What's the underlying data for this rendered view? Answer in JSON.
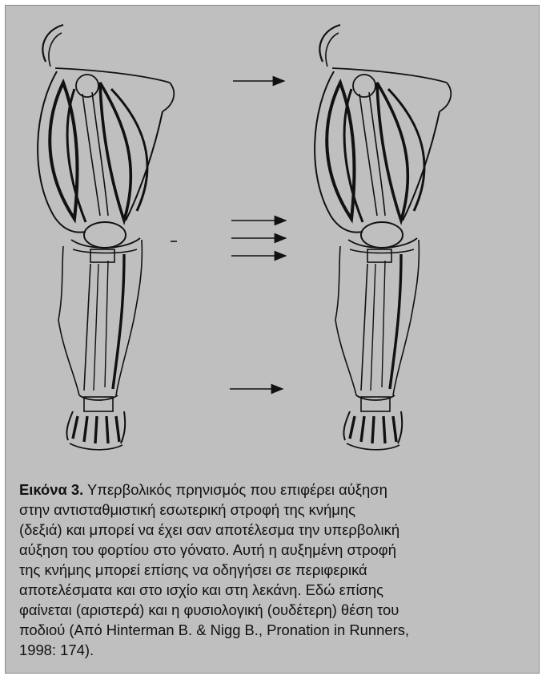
{
  "figure": {
    "label": "Εικόνα 3.",
    "caption_lines": [
      " Υπερβολικός πρηνισμός που επιφέρει αύξηση",
      "στην αντισταθμιστική εσωτερική στροφή της κνήμης",
      "(δεξιά) και μπορεί να έχει σαν αποτέλεσμα την υπερβολική",
      "αύξηση του φορτίου στο γόνατο. Αυτή η αυξημένη στροφή",
      "της κνήμης μπορεί επίσης να οδηγήσει σε περιφερικά",
      "αποτελέσματα και στο ισχίο και στη λεκάνη. Εδώ επίσης",
      "φαίνεται (αριστερά) και η φυσιολογική (ουδέτερη) θέση του",
      "ποδιού (Από Hinterman B. & Nigg B., Pronation in Runners,",
      "1998: 174)."
    ],
    "colors": {
      "background": "#bfbfbf",
      "ink": "#111111"
    }
  }
}
